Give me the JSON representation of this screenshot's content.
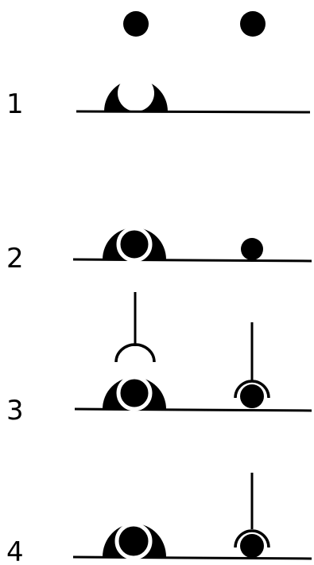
{
  "steps": [
    {
      "label": "1"
    },
    {
      "label": "2"
    },
    {
      "label": "3"
    },
    {
      "label": "4"
    }
  ],
  "colors": {
    "ink": "#000000",
    "paper": "#ffffff"
  }
}
